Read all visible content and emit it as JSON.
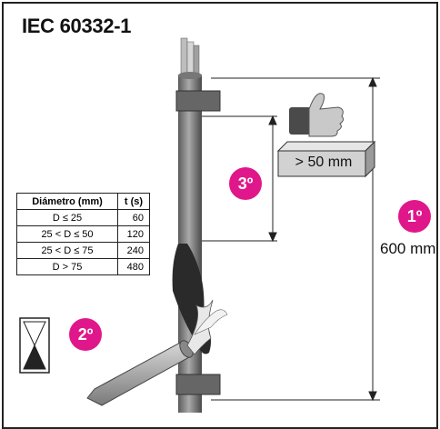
{
  "title": "IEC 60332-1",
  "steps": {
    "step1": "1º",
    "step2": "2º",
    "step3": "3º"
  },
  "height_label": "600 mm",
  "damage_label": "> 50 mm",
  "table": {
    "headers": [
      "Diámetro (mm)",
      "t (s)"
    ],
    "rows": [
      {
        "diameter": "D ≤ 25",
        "time": "60"
      },
      {
        "diameter": "25 < D ≤ 50",
        "time": "120"
      },
      {
        "diameter": "25 < D ≤ 75",
        "time": "240"
      },
      {
        "diameter": "D > 75",
        "time": "480"
      }
    ]
  },
  "colors": {
    "badge": "#e0178a",
    "cable": "#8a8a8a",
    "clamp": "#6a6a6a",
    "flame": "#2a2a2a"
  },
  "icons": [
    "hourglass-icon",
    "thumbs-up-icon",
    "burner-icon",
    "flame-icon",
    "ruler-block-icon"
  ]
}
